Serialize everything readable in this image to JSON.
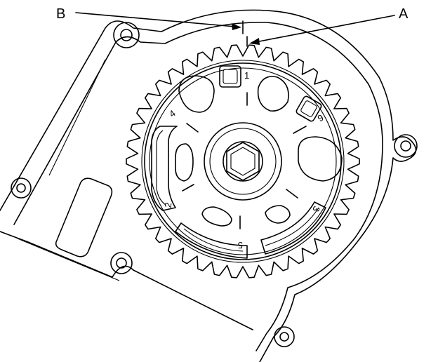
{
  "figure": {
    "callouts": [
      {
        "id": "B",
        "label": "B"
      },
      {
        "id": "A",
        "label": "A"
      }
    ],
    "numbers": [
      "1",
      "2",
      "3",
      "4",
      "5",
      "6"
    ],
    "colors": {
      "ink": "#000000",
      "background": "#ffffff"
    }
  }
}
